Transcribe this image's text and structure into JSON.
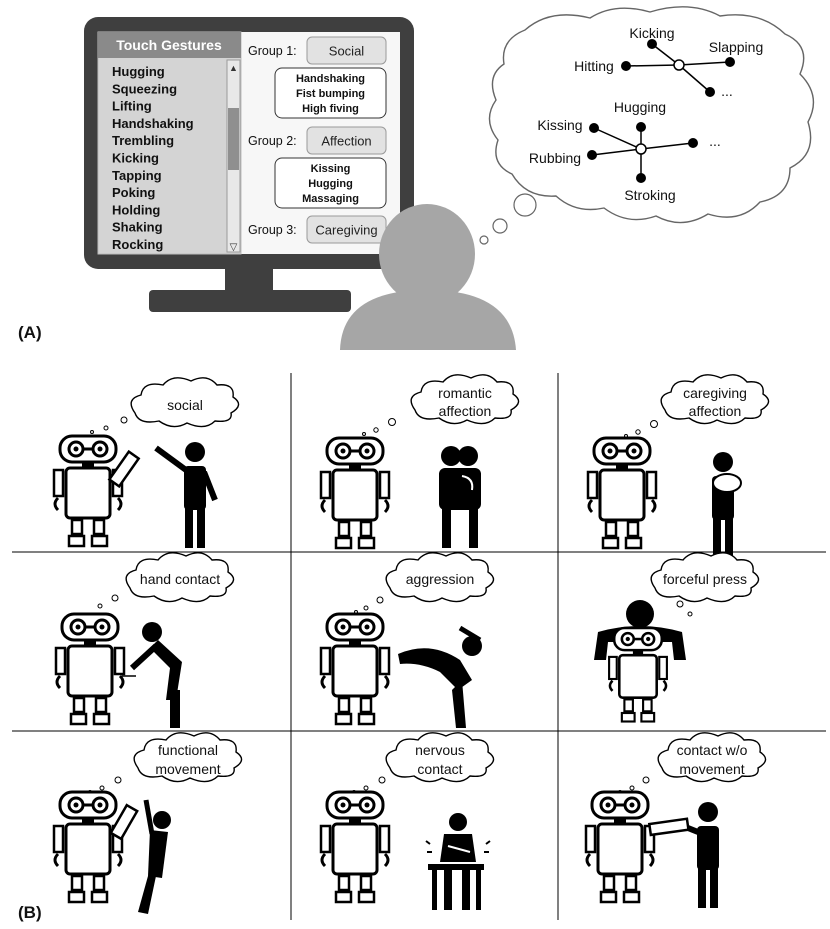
{
  "panel_a": {
    "letter": "(A)",
    "monitor": {
      "list_title": "Touch Gestures",
      "gestures": [
        "Hugging",
        "Squeezing",
        "Lifting",
        "Handshaking",
        "Trembling",
        "Kicking",
        "Tapping",
        "Poking",
        "Holding",
        "Shaking",
        "Rocking"
      ],
      "scroll_up": "▲",
      "scroll_down": "▽",
      "groups": [
        {
          "label": "Group 1:",
          "button": "Social",
          "members": [
            "Handshaking",
            "Fist bumping",
            "High fiving"
          ]
        },
        {
          "label": "Group 2:",
          "button": "Affection",
          "members": [
            "Kissing",
            "Hugging",
            "Massaging"
          ]
        },
        {
          "label": "Group 3:",
          "button": "Caregiving",
          "members": []
        }
      ]
    },
    "thought": {
      "graph1": {
        "nodes": [
          "Kicking",
          "Slapping",
          "Hitting",
          "..."
        ]
      },
      "graph2": {
        "nodes": [
          "Hugging",
          "Kissing",
          "...",
          "Rubbing",
          "Stroking"
        ]
      }
    }
  },
  "panel_b": {
    "letter": "(B)",
    "cells": [
      {
        "label_lines": [
          "social"
        ]
      },
      {
        "label_lines": [
          "romantic",
          "affection"
        ]
      },
      {
        "label_lines": [
          "caregiving",
          "affection"
        ]
      },
      {
        "label_lines": [
          "hand contact"
        ]
      },
      {
        "label_lines": [
          "aggression"
        ]
      },
      {
        "label_lines": [
          "forceful press"
        ]
      },
      {
        "label_lines": [
          "functional",
          "movement"
        ]
      },
      {
        "label_lines": [
          "nervous",
          "contact"
        ]
      },
      {
        "label_lines": [
          "contact w/o",
          "movement"
        ]
      }
    ]
  }
}
